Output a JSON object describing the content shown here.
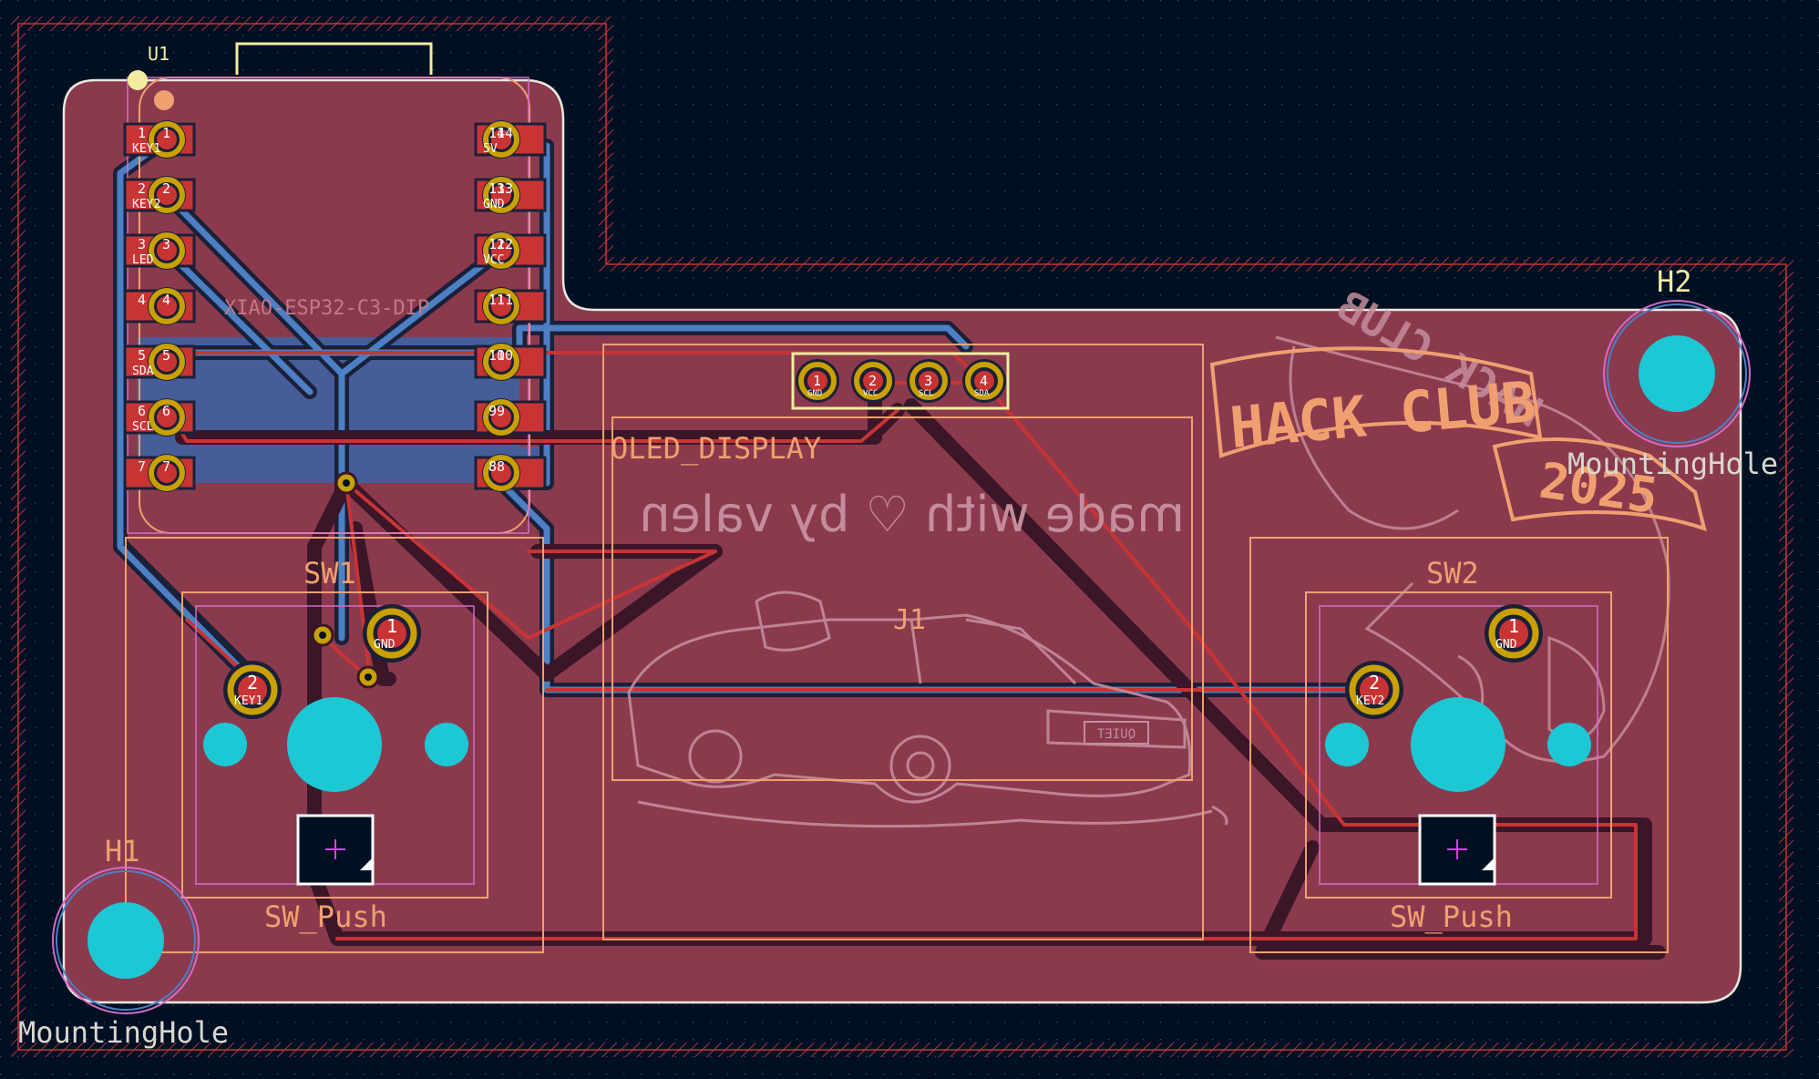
{
  "colors": {
    "background": "#001023",
    "board_fill": "#8b3a4e",
    "board_outline": "#d8d8d0",
    "front_copper": "#c83434",
    "back_copper": "#4d7fc4",
    "silkscreen": "#f2eda1",
    "fab_layer": "#f0a070",
    "courtyard": "#d46cc4",
    "pad_copper": "#c8a000",
    "npth": "#1cc8d4",
    "keepout": "#c83434"
  },
  "labels": {
    "u1_ref": "U1",
    "u1_value": "XIAO-ESP32-C3-DIP",
    "sw1_ref": "SW1",
    "sw1_value": "SW_Push",
    "sw2_ref": "SW2",
    "sw2_value": "SW_Push",
    "h1_ref": "H1",
    "h1_value": "MountingHole",
    "h2_ref": "H2",
    "h2_value": "MountingHole",
    "j1_ref": "J1",
    "j1_value": "OLED_DISPLAY",
    "back_text": "made with ♡ by valen",
    "logo_main": "HACK CLUB",
    "logo_year": "2025",
    "logo_back": "HACK CLUB",
    "car_plate": "QUIET"
  },
  "u1_pins": {
    "left": [
      {
        "num": "1",
        "num2": "1",
        "name": "KEY1"
      },
      {
        "num": "2",
        "num2": "2",
        "name": "KEY2"
      },
      {
        "num": "3",
        "num2": "3",
        "name": "LED"
      },
      {
        "num": "4",
        "num2": "4",
        "name": ""
      },
      {
        "num": "5",
        "num2": "5",
        "name": "SDA"
      },
      {
        "num": "6",
        "num2": "6",
        "name": "SCL"
      },
      {
        "num": "7",
        "num2": "7",
        "name": ""
      }
    ],
    "right": [
      {
        "num": "14",
        "num2": "14",
        "name": "5V"
      },
      {
        "num": "13",
        "num2": "13",
        "name": "GND"
      },
      {
        "num": "12",
        "num2": "12",
        "name": "VCC"
      },
      {
        "num": "11",
        "num2": "11",
        "name": ""
      },
      {
        "num": "10",
        "num2": "10",
        "name": ""
      },
      {
        "num": "9",
        "num2": "9",
        "name": ""
      },
      {
        "num": "8",
        "num2": "8",
        "name": ""
      }
    ]
  },
  "j1_pins": [
    {
      "num": "1",
      "name": "GND"
    },
    {
      "num": "2",
      "name": "VCC"
    },
    {
      "num": "3",
      "name": "SCL"
    },
    {
      "num": "4",
      "name": "SDA"
    }
  ],
  "sw1_pads": [
    {
      "num": "1",
      "name": "GND"
    },
    {
      "num": "2",
      "name": "KEY1"
    }
  ],
  "sw2_pads": [
    {
      "num": "1",
      "name": "GND"
    },
    {
      "num": "2",
      "name": "KEY2"
    }
  ]
}
